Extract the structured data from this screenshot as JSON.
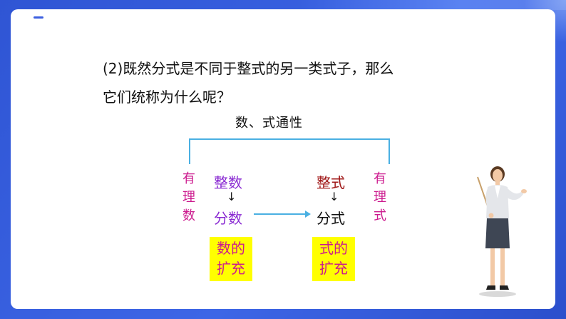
{
  "question": {
    "line1": "(2)既然分式是不同于整式的另一类式子，那么",
    "line2": "它们统称为什么呢？"
  },
  "diagram": {
    "title": "数、式通性",
    "left_vertical": [
      "有",
      "理",
      "数"
    ],
    "right_vertical": [
      "有",
      "理",
      "式"
    ],
    "integer_number": "整数",
    "fraction_number": "分数",
    "integer_expr": "整式",
    "fraction_expr": "分式",
    "box_left": [
      "数的",
      "扩充"
    ],
    "box_right": [
      "式的",
      "扩充"
    ],
    "down_arrow": "↓"
  },
  "colors": {
    "frame_blue": "#3358d6",
    "bracket": "#4ab0e2",
    "magenta": "#cc1a8e",
    "purple": "#8a2bd2",
    "dark_red": "#a01818",
    "highlight": "#ffff00"
  },
  "icons": {
    "teacher": "teacher-with-pointer-illustration"
  }
}
